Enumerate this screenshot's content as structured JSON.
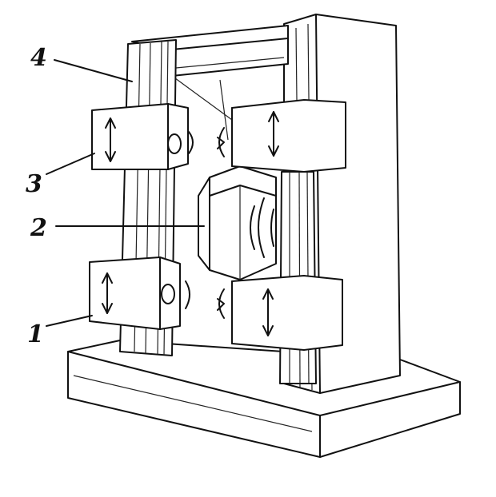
{
  "labels": {
    "one": "1",
    "two": "2",
    "three": "3",
    "four": "4"
  },
  "colors": {
    "line": "#111111",
    "background": "#ffffff"
  }
}
